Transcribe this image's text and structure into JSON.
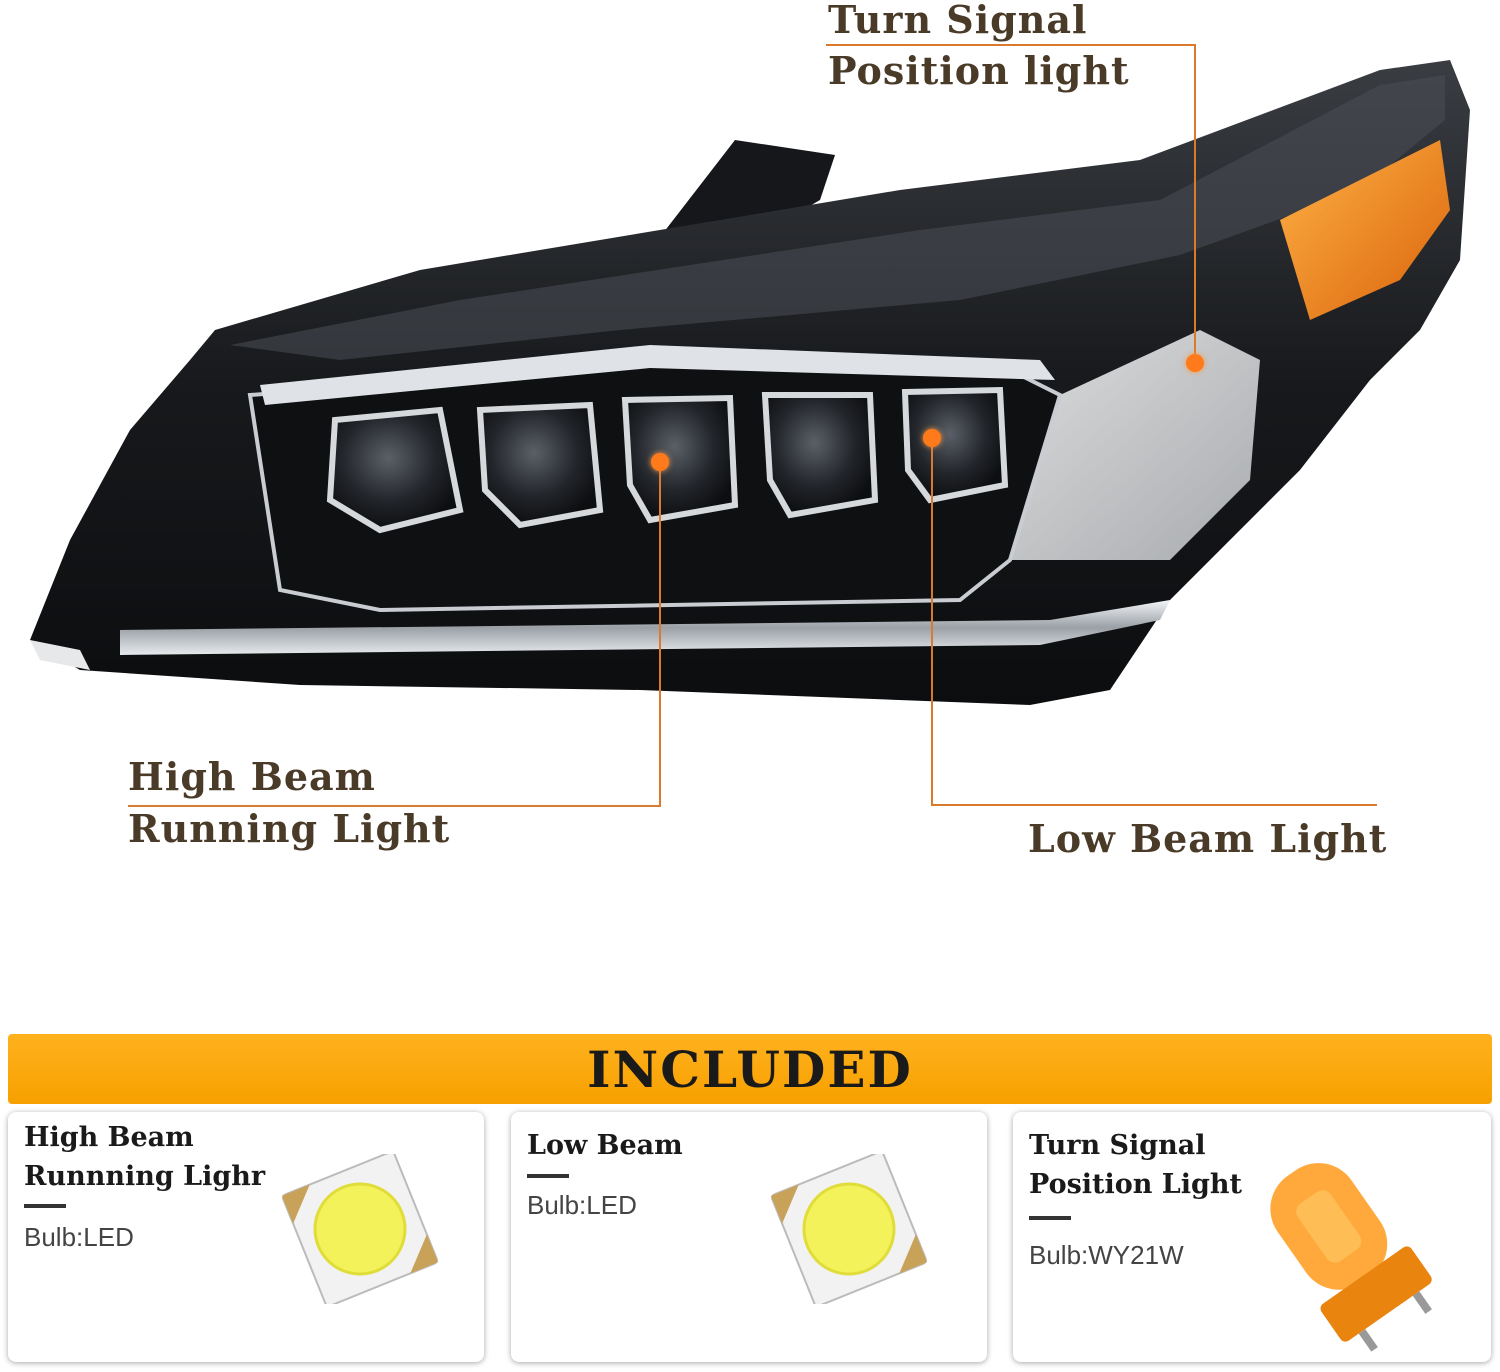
{
  "callouts": {
    "turn_signal": [
      "Turn Signal",
      "Position light"
    ],
    "high_beam": [
      "High Beam",
      "Running Light"
    ],
    "low_beam": "Low Beam Light"
  },
  "banner": "INCLUDED",
  "cards": [
    {
      "title_1": "High Beam",
      "title_2": "Runnning Lighr",
      "spec": "Bulb:LED",
      "icon": "led-chip-icon"
    },
    {
      "title_1": "Low Beam",
      "spec": "Bulb:LED",
      "icon": "led-chip-icon"
    },
    {
      "title_1": "Turn Signal",
      "title_2": "Position Light",
      "spec": "Bulb:WY21W",
      "icon": "amber-wedge-bulb-icon"
    }
  ],
  "colors": {
    "accent": "#f7a000",
    "callout_line": "#d97a2c",
    "label_text": "#4a3a28"
  }
}
